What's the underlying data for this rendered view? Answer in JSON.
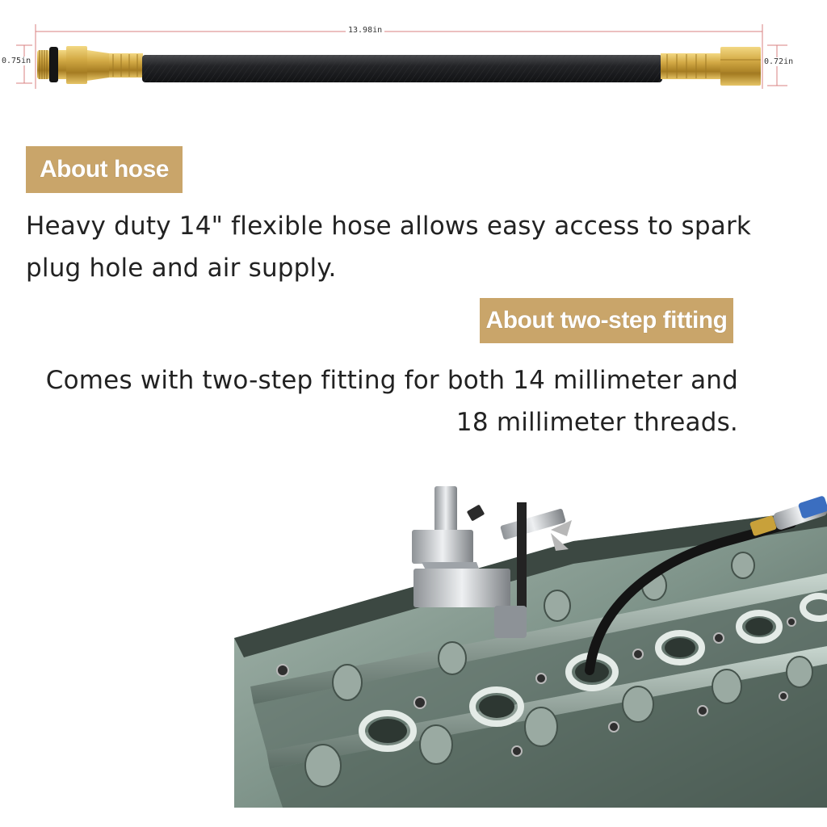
{
  "hose_figure": {
    "length_label": "13.98in",
    "left_diameter_label": "0.75in",
    "right_diameter_label": "0.72in"
  },
  "sections": [
    {
      "badge": "About hose",
      "text": "Heavy duty 14\" flexible hose allows easy access to spark plug hole and air supply."
    },
    {
      "badge": "About two-step fitting",
      "text": "Comes with two-step fitting for both 14 millimeter and 18 millimeter threads."
    }
  ],
  "colors": {
    "badge_bg": "#c9a56a",
    "badge_text": "#ffffff",
    "brass": "#c8a13a",
    "hose": "#1f2022",
    "engine_green": "#8fa39a"
  }
}
